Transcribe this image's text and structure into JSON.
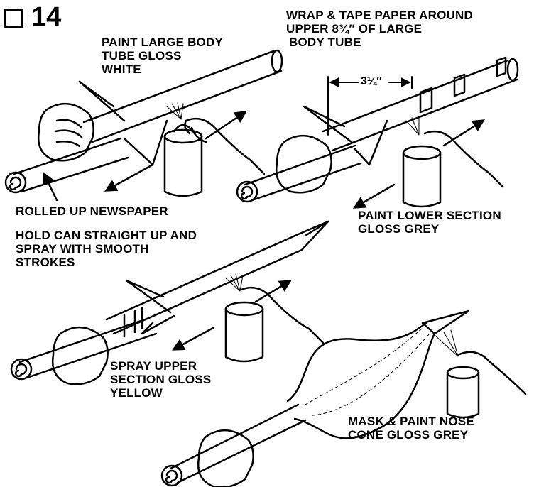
{
  "step": {
    "number": "14"
  },
  "labels": {
    "paint_body_white": [
      "PAINT LARGE BODY",
      "TUBE GLOSS",
      "WHITE"
    ],
    "wrap_tape": [
      "WRAP & TAPE PAPER AROUND",
      "UPPER 8¾″ OF LARGE",
      "BODY TUBE"
    ],
    "dimension": "3¼″",
    "rolled_newspaper": "ROLLED UP NEWSPAPER",
    "paint_lower_grey": [
      "PAINT LOWER SECTION",
      "GLOSS GREY"
    ],
    "hold_can": [
      "HOLD CAN STRAIGHT UP AND",
      "SPRAY WITH SMOOTH",
      "STROKES"
    ],
    "spray_upper_yellow": [
      "SPRAY UPPER",
      "SECTION GLOSS",
      "YELLOW"
    ],
    "mask_nose": [
      "MASK & PAINT NOSE",
      "CONE GLOSS GREY"
    ]
  }
}
